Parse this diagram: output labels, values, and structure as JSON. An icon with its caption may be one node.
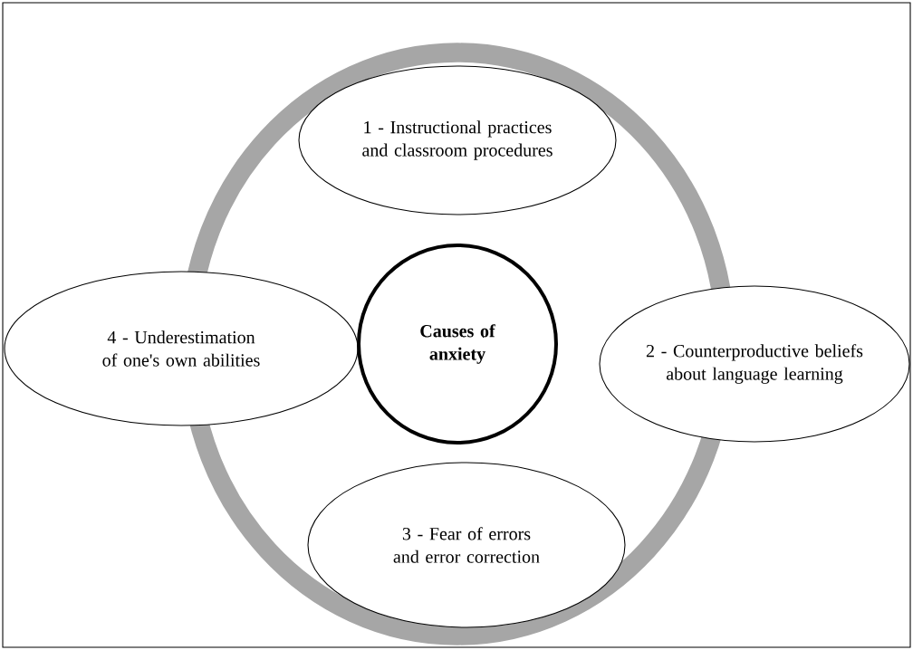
{
  "diagram": {
    "nodes": [
      {
        "text": [
          "1 - Instructional practices and classroom procedures"
        ]
      },
      {
        "text": [
          "4 - Underestimation of one's own abilities"
        ]
      },
      {
        "text": [
          "Causes of anxiety"
        ]
      },
      {
        "text": [
          "2 - Counterproductive beliefs about language learning"
        ]
      },
      {
        "text": [
          "3 - Fear of errors and error correction"
        ]
      }
    ]
  }
}
